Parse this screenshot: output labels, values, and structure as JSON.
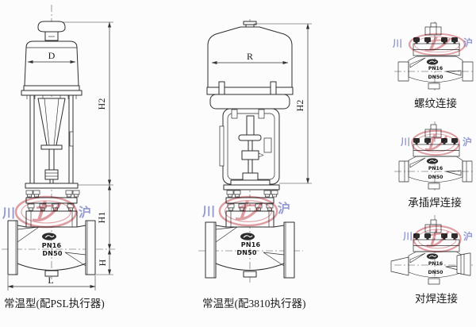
{
  "colors": {
    "paper": "#fcfcfc",
    "line": "#2e2e2e",
    "watermark_red": "#c4404a",
    "watermark_blue": "#7d84c9"
  },
  "watermark": {
    "left_char": "川",
    "right_char": "沪"
  },
  "views": {
    "psl": {
      "caption": "常温型(配PSL执行器)",
      "dims": {
        "d": "D",
        "h2": "H2",
        "h1": "H1",
        "h": "H",
        "l": "L"
      },
      "nameplate": {
        "pn": "PN16",
        "dn": "DN50"
      }
    },
    "a3810": {
      "caption": "常温型(配3810执行器)",
      "dims": {
        "r": "R",
        "h2": "H2"
      },
      "nameplate": {
        "pn": "PN16",
        "dn": "DN50"
      }
    },
    "threaded": {
      "caption": "螺纹连接",
      "nameplate": {
        "pn": "PN16",
        "dn": "DN50"
      }
    },
    "socket_weld": {
      "caption": "承插焊连接",
      "nameplate": {
        "pn": "PN16",
        "dn": "DN50"
      }
    },
    "butt_weld": {
      "caption": "对焊连接",
      "nameplate": {
        "pn": "PN16",
        "dn": "DN50"
      }
    }
  }
}
